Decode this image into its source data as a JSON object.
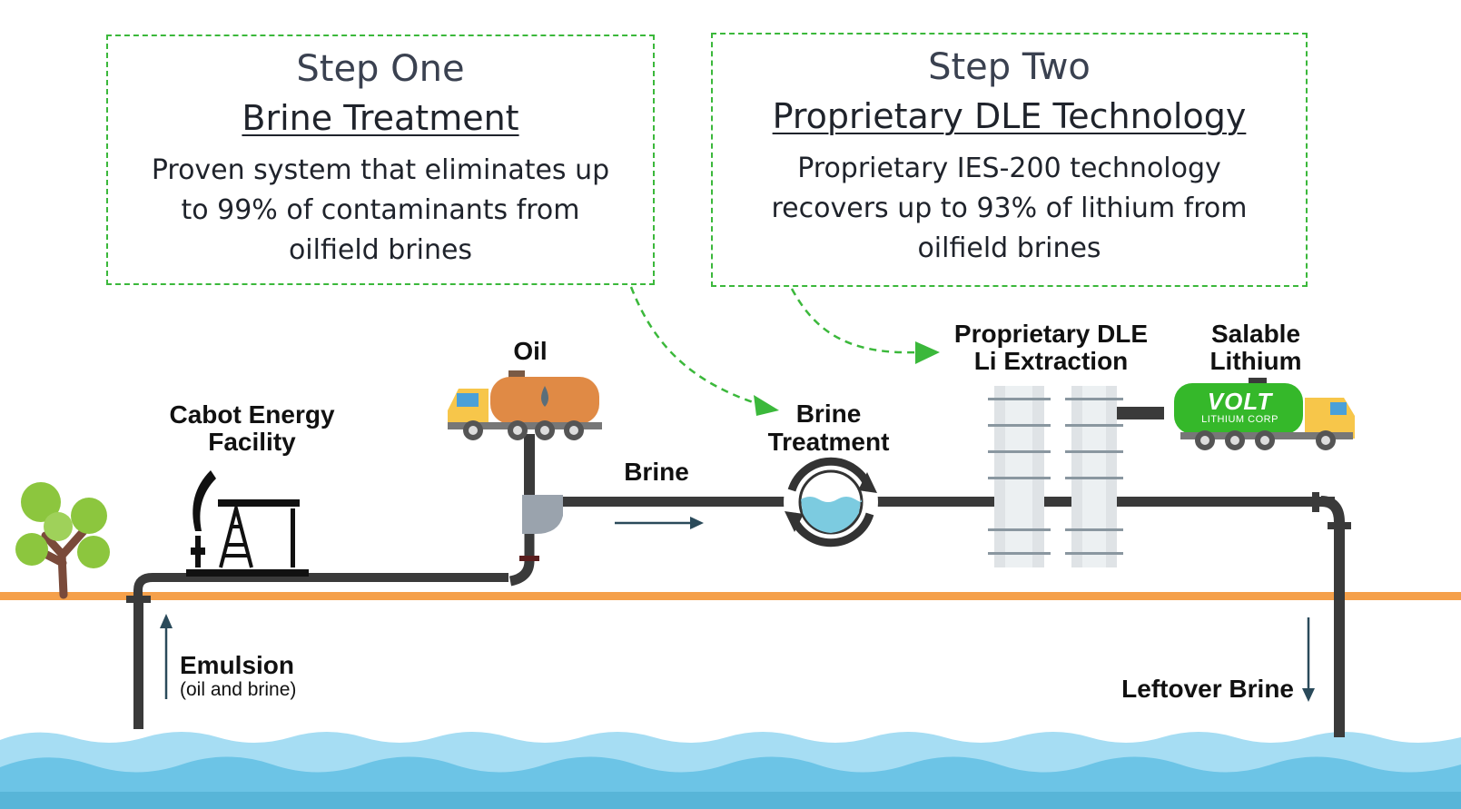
{
  "step_one": {
    "heading": "Step One",
    "subheading": "Brine Treatment",
    "body": "Proven system that eliminates up to 99% of contaminants from oilfield brines"
  },
  "step_two": {
    "heading": "Step Two",
    "subheading": "Proprietary DLE Technology",
    "body": "Proprietary IES-200 technology recovers up to 93% of lithium from oilfield brines"
  },
  "labels": {
    "facility_line1": "Cabot Energy",
    "facility_line2": "Facility",
    "oil": "Oil",
    "brine": "Brine",
    "treatment_line1": "Brine",
    "treatment_line2": "Treatment",
    "dle_line1": "Proprietary DLE",
    "dle_line2": "Li Extraction",
    "salable_line1": "Salable",
    "salable_line2": "Lithium",
    "emulsion": "Emulsion",
    "emulsion_sub": "(oil and brine)",
    "leftover": "Leftover Brine",
    "volt_logo": "VOLT",
    "volt_sub": "LITHIUM CORP"
  },
  "colors": {
    "dashed_border": "#3bb83b",
    "ground_line": "#f5a04a",
    "pipe": "#3a3a3a",
    "water_light": "#8fd3f0",
    "water_dark": "#5ab7e0",
    "oil_tank": "#e08a45",
    "truck_cab": "#f7c64a",
    "volt_tank": "#35b82a",
    "tree_green": "#8cc63e",
    "tree_trunk": "#7a4a3a"
  }
}
